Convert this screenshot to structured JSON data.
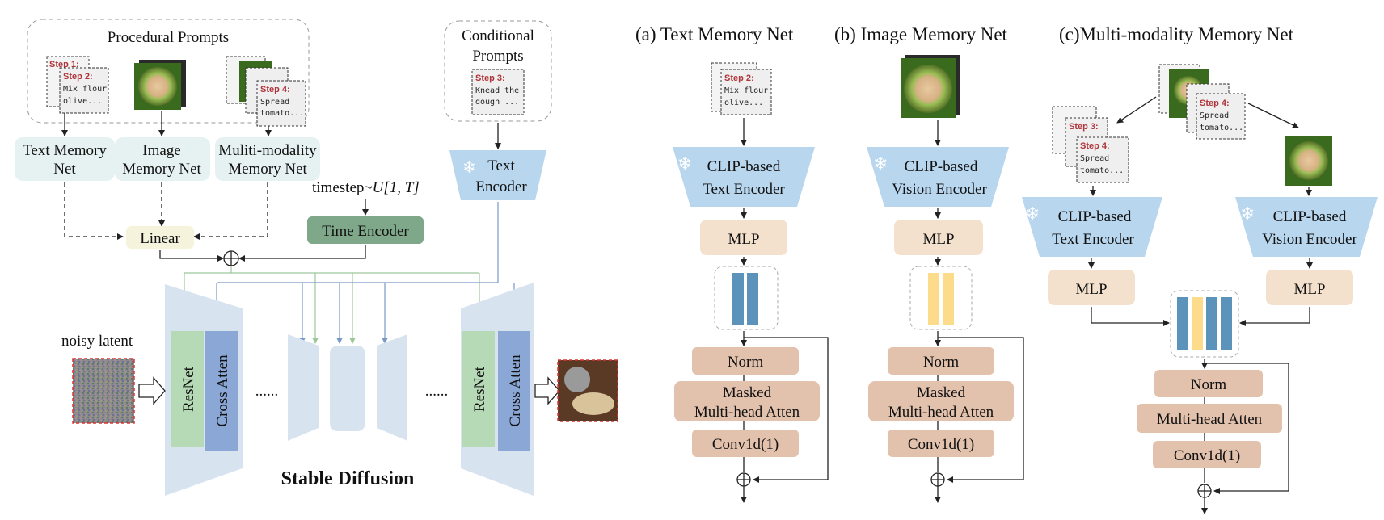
{
  "left": {
    "procedural_prompts": "Procedural  Prompts",
    "conditional_prompts": [
      "Conditional",
      "Prompts"
    ],
    "card_step1_title": "Step 1:",
    "card_step2_title": "Step 2:",
    "card_step2_text": [
      "Mix flour",
      "olive..."
    ],
    "card_step3_title": "Step 3:",
    "card_step3_text": [
      "Knead the",
      "dough ..."
    ],
    "card_step4_title": "Step 4:",
    "card_step4_text": [
      "Spread",
      "tomato..."
    ],
    "text_memory_net": [
      "Text Memory",
      "Net"
    ],
    "image_memory_net": [
      "Image",
      "Memory Net"
    ],
    "multi_modality_memory_net": [
      "Muliti-modality",
      "Memory Net"
    ],
    "text_encoder": [
      "Text",
      "Encoder"
    ],
    "timestep": "timestep~",
    "timestep_math": "U[1, T]",
    "time_encoder": "Time Encoder",
    "linear": "Linear",
    "noisy_latent": "noisy latent",
    "resnet": "ResNet",
    "cross_atten": "Cross Atten",
    "dots": "......",
    "stable_diffusion": "Stable Diffusion"
  },
  "panels": {
    "a_title": "(a) Text Memory Net",
    "b_title": "(b) Image Memory Net",
    "c_title": "(c)Multi-modality Memory Net",
    "clip_text_encoder": [
      "CLIP-based",
      "Text Encoder"
    ],
    "clip_vision_encoder": [
      "CLIP-based",
      "Vision Encoder"
    ],
    "mlp": "MLP",
    "norm": "Norm",
    "masked_mha": [
      "Masked",
      "Multi-head Atten"
    ],
    "mha": "Multi-head Atten",
    "conv": "Conv1d(1)"
  },
  "colors": {
    "memory_box": "#e6f2f1",
    "encoder_blue": "#b8d6ee",
    "time_encoder": "#7fa88a",
    "linear": "#f6f3dd",
    "mlp": "#f4e1cd",
    "norm": "#e3c2ad",
    "unet": "#d7e4ef",
    "resnet": "#b6d9b6",
    "cross_atten": "#8aa7d6",
    "feat_blue": "#5b93ba",
    "feat_yellow": "#fcdb8a",
    "step_red": "#b0353a"
  }
}
